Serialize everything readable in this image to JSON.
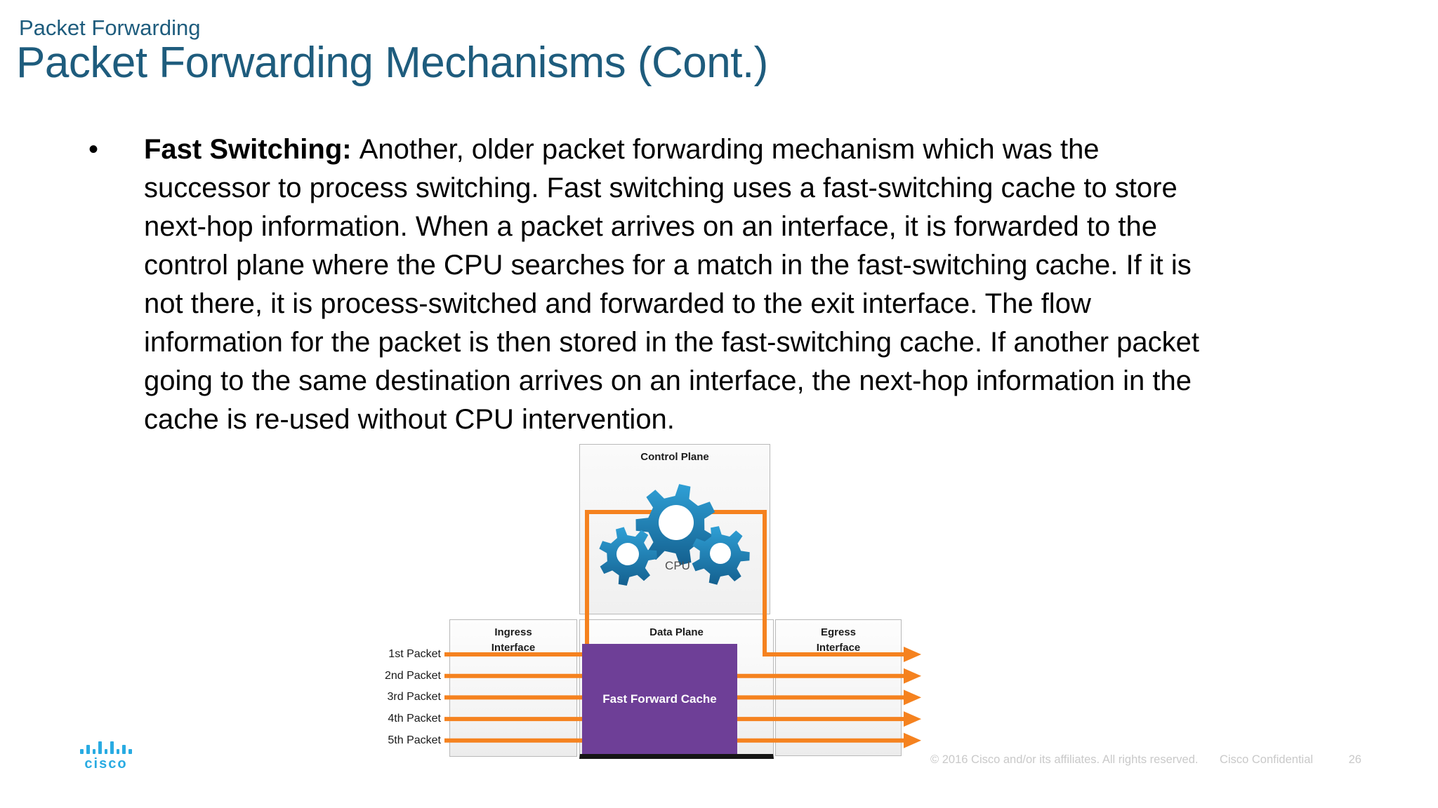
{
  "slide": {
    "eyebrow": "Packet Forwarding",
    "title": "Packet Forwarding Mechanisms (Cont.)"
  },
  "body": {
    "bullet_glyph": "•",
    "bold_lead": "Fast Switching:",
    "lines": [
      "Another, older packet forwarding mechanism which was the",
      "successor to process switching. Fast switching uses a fast-switching cache to store",
      "next-hop information. When a packet arrives on an interface, it is forwarded to the",
      "control plane where the CPU searches for a match in the fast-switching cache. If it is",
      "not there, it is process-switched and forwarded to the exit interface. The flow",
      "information for the packet is then stored in the fast-switching cache. If another packet",
      "going to the same destination arrives on an interface, the next-hop information in the",
      "cache is re-used without CPU intervention."
    ]
  },
  "diagram": {
    "control_plane_label": "Control Plane",
    "cpu_label": "CPU",
    "data_plane_label": "Data Plane",
    "ingress_label": [
      "Ingress",
      "Interface"
    ],
    "egress_label": [
      "Egress",
      "Interface"
    ],
    "cache_label": "Fast Forward Cache",
    "packets": [
      "1st Packet",
      "2nd Packet",
      "3rd Packet",
      "4th Packet",
      "5th Packet"
    ]
  },
  "footer": {
    "copyright": "© 2016  Cisco and/or its affiliates. All rights reserved.",
    "confidential": "Cisco Confidential",
    "page_number": "26"
  },
  "logo": {
    "wordmark": "cisco"
  },
  "colors": {
    "title_teal": "#1E5C7D",
    "accent_orange": "#F5821F",
    "cache_purple": "#6E3F97",
    "gear_blue_light": "#2FA0D6",
    "gear_blue_dark": "#14608F",
    "logo_blue": "#29ABE2",
    "footer_gray": "#C9C9C9"
  }
}
